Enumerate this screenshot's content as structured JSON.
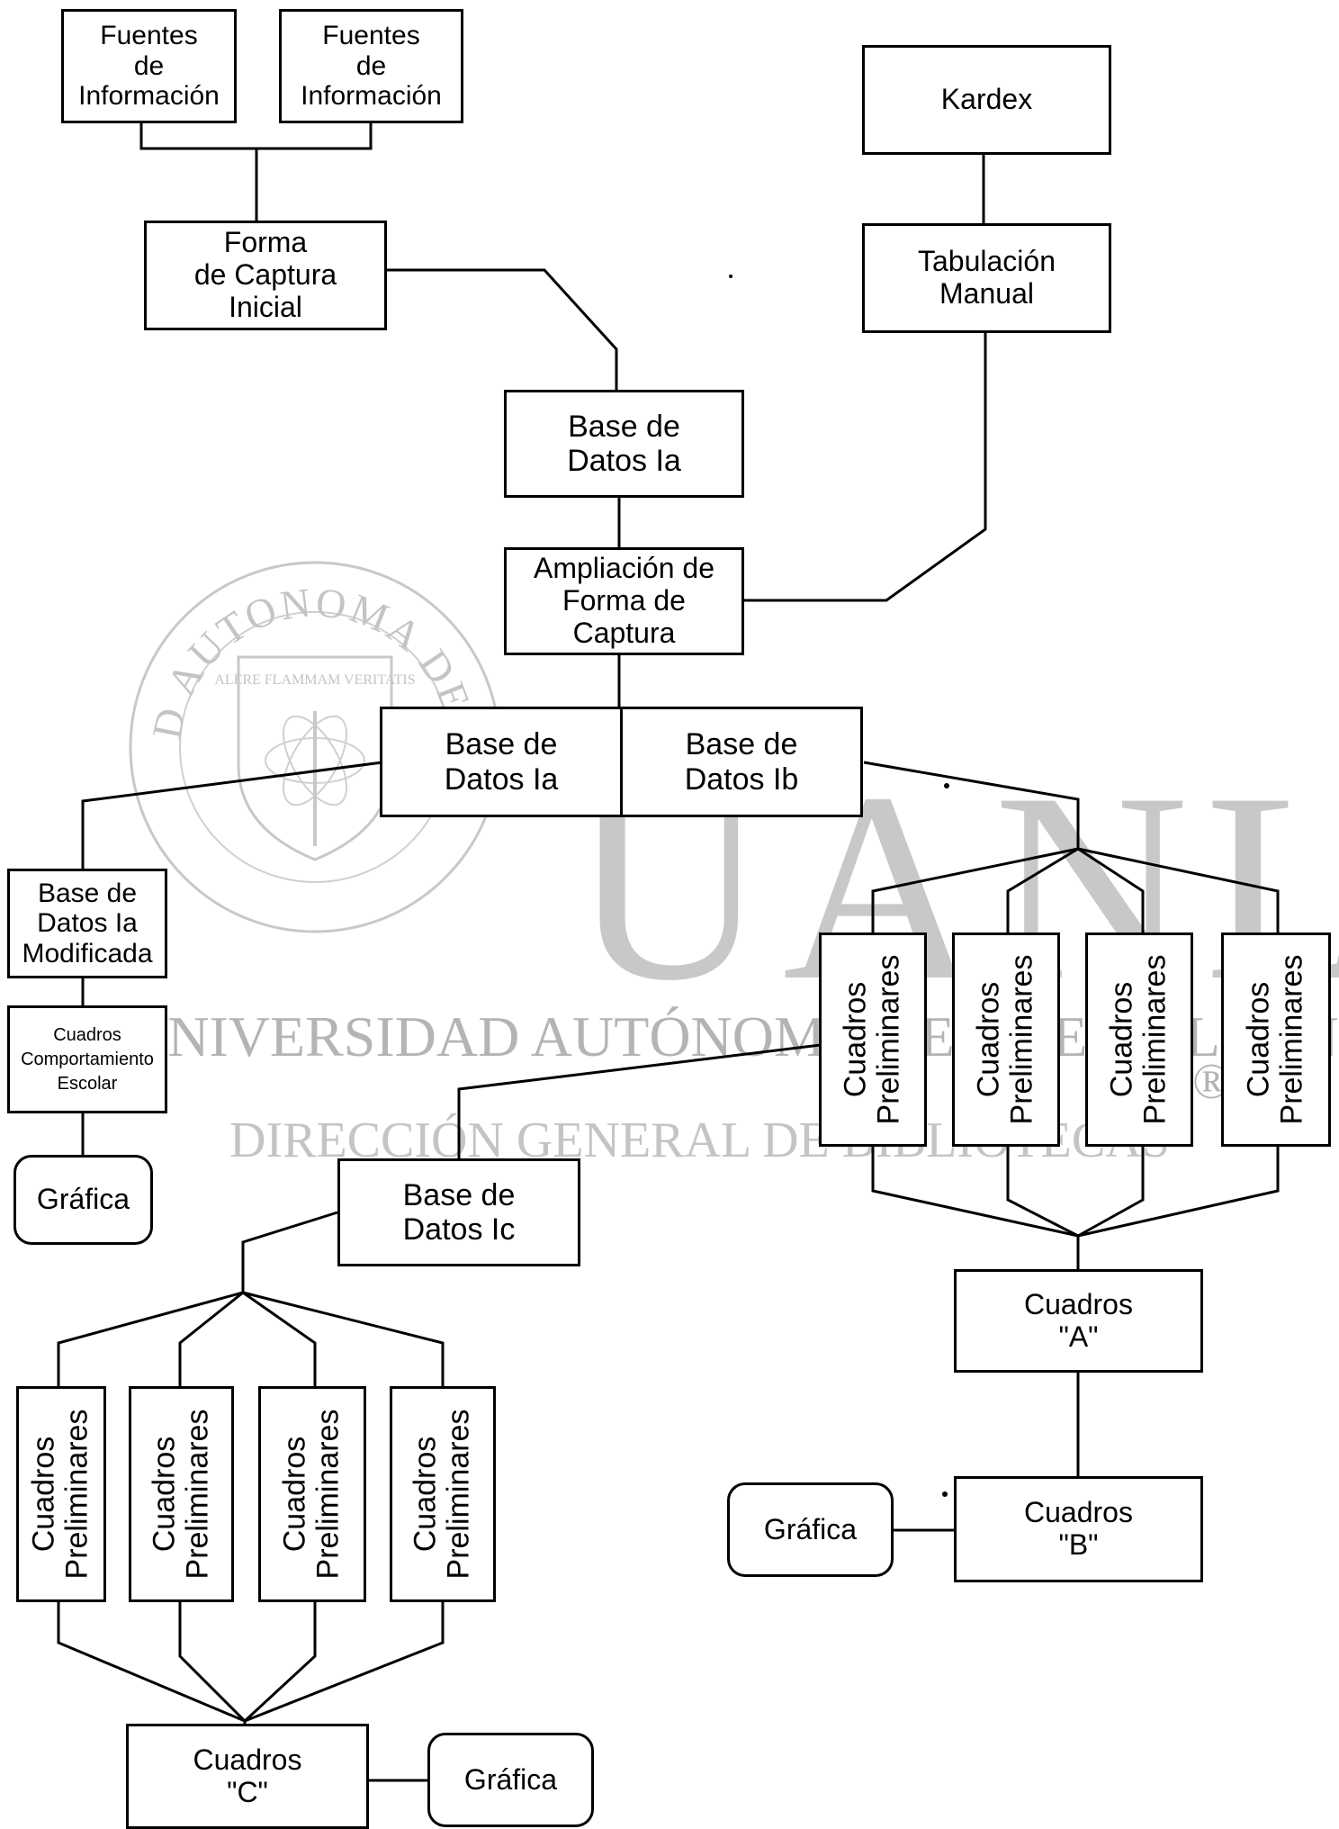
{
  "watermark": {
    "large_text": "UANL",
    "university_line": "UNIVERSIDAD AUTÓNOMA DE NUEVO LEÓN",
    "directorate_line": "DIRECCIÓN GENERAL DE BIBLIOTECAS",
    "registered_mark": "®",
    "seal_ring_text": "UNIVERSIDAD AUTONOMA DE NUEVO LEON",
    "seal_motto": "ALERE FLAMMAM VERITATIS"
  },
  "nodes": {
    "fuentes_1": "Fuentes\nde\nInformación",
    "fuentes_2": "Fuentes\nde\nInformación",
    "forma_captura": "Forma\nde Captura\nInicial",
    "kardex": "Kardex",
    "tabulacion": "Tabulación\nManual",
    "base_ia_top": "Base de\nDatos Ia",
    "ampliacion": "Ampliación de\nForma de\nCaptura",
    "base_ia_mid": "Base de\nDatos Ia",
    "base_ib": "Base de\nDatos Ib",
    "base_ia_mod": "Base de\nDatos Ia\nModificada",
    "cuadros_comportamiento": "Cuadros\nComportamiento\nEscolar",
    "grafica_left": "Gráfica",
    "base_ic": "Base de\nDatos Ic",
    "prelim_right": [
      "Cuadros\nPreliminares",
      "Cuadros\nPreliminares",
      "Cuadros\nPreliminares",
      "Cuadros\nPreliminares"
    ],
    "cuadros_a": "Cuadros\n\"A\"",
    "cuadros_b": "Cuadros\n\"B\"",
    "grafica_b": "Gráfica",
    "prelim_left": [
      "Cuadros\nPreliminares",
      "Cuadros\nPreliminares",
      "Cuadros\nPreliminares",
      "Cuadros\nPreliminares"
    ],
    "cuadros_c": "Cuadros\n\"C\"",
    "grafica_c": "Gráfica"
  }
}
